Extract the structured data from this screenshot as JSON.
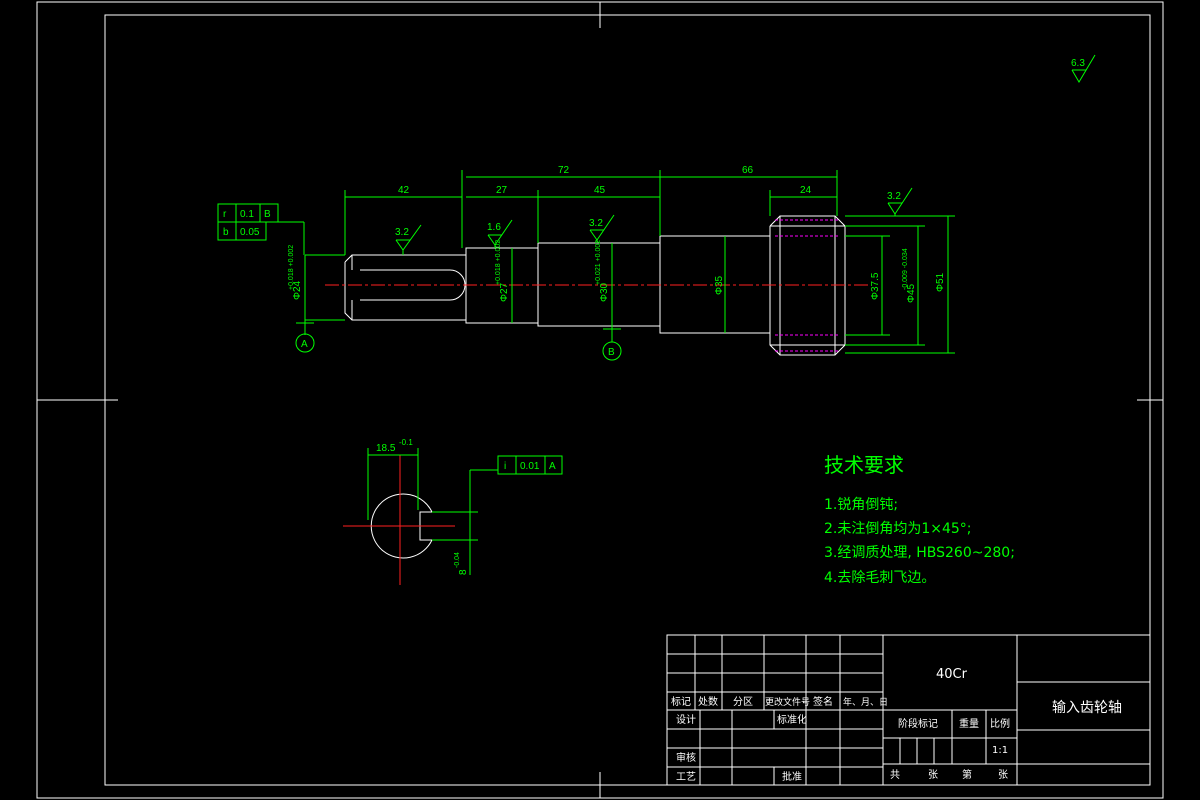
{
  "surface_roughness": {
    "global": "6.3",
    "keyway_section": "3.2",
    "bearing_seat_1": "1.6",
    "bearing_seat_2": "3.2",
    "gear_top": "3.2"
  },
  "dimensions": {
    "len_42": "42",
    "len_27": "27",
    "len_72": "72",
    "len_45": "45",
    "len_66": "66",
    "len_24": "24",
    "dia_left": "Φ24",
    "dia_left_tol": "+0.018 +0.002",
    "dia_27": "Φ27",
    "dia_27_tol": "+0.018 +0.002",
    "dia_30": "Φ30",
    "dia_30_tol": "+0.021 +0.002",
    "dia_35": "Φ35",
    "dia_37_5": "Φ37.5",
    "dia_45": "Φ45",
    "dia_45_tol": "-0.009 -0.034",
    "dia_51": "Φ51",
    "keyway_width": "18.5",
    "keyway_width_tol": "-0.1",
    "keyway_depth": "8",
    "keyway_depth_tol": "-0.04"
  },
  "tolerance_frames": {
    "frame1_row1": [
      "r",
      "0.1",
      "B"
    ],
    "frame1_row2": [
      "b",
      "0.05"
    ],
    "frame2": [
      "i",
      "0.01",
      "A"
    ]
  },
  "datums": {
    "a": "A",
    "b": "B"
  },
  "technical_requirements": {
    "heading": "技术要求",
    "items": [
      "1.锐角倒钝;",
      "2.未注倒角均为1×45°;",
      "3.经调质处理, HBS260~280;",
      "4.去除毛刺飞边。"
    ]
  },
  "title_block": {
    "material": "40Cr",
    "part_name": "输入齿轮轴",
    "revision_headers": [
      "标记",
      "处数",
      "分区",
      "更改文件号",
      "签名",
      "年、月、日"
    ],
    "design": "设计",
    "standardize": "标准化",
    "check": "审核",
    "process": "工艺",
    "approve": "批准",
    "stage_mark": "阶段标记",
    "weight": "重量",
    "scale_label": "比例",
    "scale_value": "1:1",
    "sheet_total": "共",
    "sheet_zhang": "张",
    "sheet_no": "第",
    "sheet_zhang2": "张"
  },
  "colors": {
    "outline": "#ffffff",
    "dimension": "#00ff00",
    "centerline": "#ff2020",
    "pitch_line": "#ff00ff",
    "background": "#000000"
  }
}
